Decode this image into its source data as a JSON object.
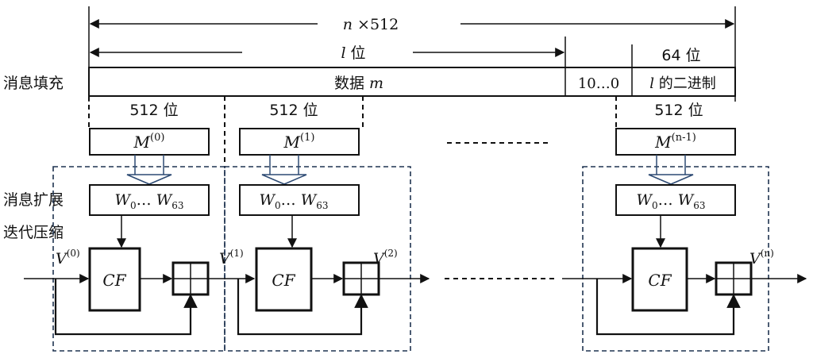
{
  "top": {
    "total_length": "n ×512",
    "data_length": "l 位",
    "length_field_size": "64 位"
  },
  "padding_row": {
    "label": "消息填充",
    "data_field": "数据 m",
    "padding_bits": "10…0",
    "length_field": "l 的二进制"
  },
  "block_size_labels": [
    "512 位",
    "512 位",
    "512 位"
  ],
  "blocks": [
    {
      "message": "M(0)",
      "words": "W0… W63",
      "input_iv": "V(0)",
      "output_iv": "V(1)"
    },
    {
      "message": "M(1)",
      "words": "W0… W63",
      "input_iv": "V(1)",
      "output_iv": "V(2)"
    },
    {
      "message": "M(n-1)",
      "words": "W0… W63",
      "input_iv": "",
      "output_iv": "V(n)"
    }
  ],
  "side_labels": {
    "expansion": "消息扩展",
    "compression": "迭代压缩"
  },
  "function_label": "CF"
}
